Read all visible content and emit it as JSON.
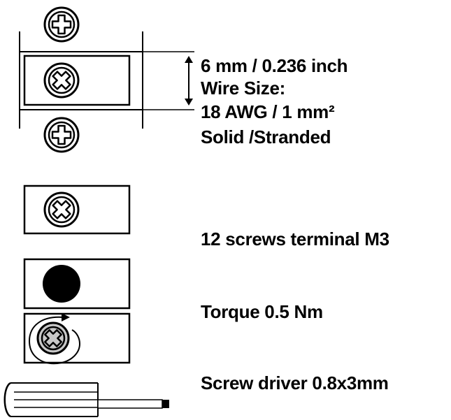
{
  "colors": {
    "ink": "#000000",
    "background": "#ffffff",
    "screw_head_rotating": "#c8c8c8"
  },
  "icons": [
    "phillips-screw-icon",
    "x-screw-icon",
    "hole-icon",
    "rotation-arrow-icon",
    "screwdriver-icon",
    "dimension-arrow-icon"
  ],
  "wire_spec": {
    "dimension": "6 mm / 0.236 inch",
    "wire_size_label": "Wire Size:",
    "gauge": "18 AWG / 1 mm²",
    "type": "Solid /Stranded"
  },
  "terminal": {
    "label": "12 screws terminal M3"
  },
  "torque": {
    "label": "Torque 0.5 Nm"
  },
  "screwdriver": {
    "label": "Screw driver 0.8x3mm"
  }
}
